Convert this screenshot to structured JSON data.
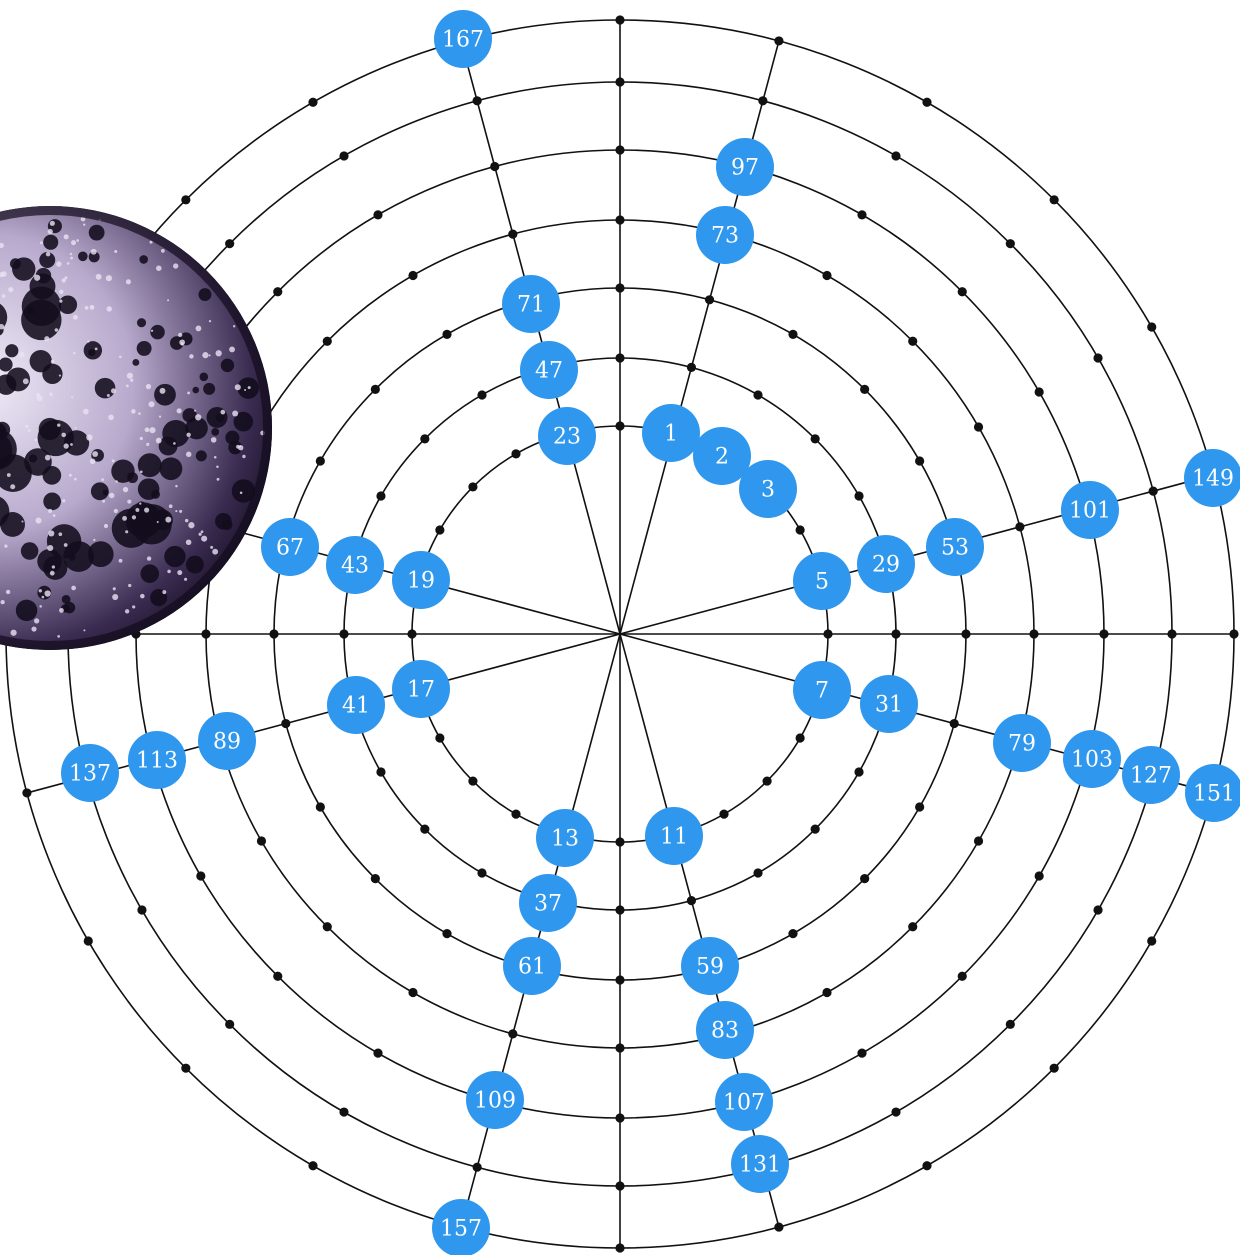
{
  "figure": {
    "colors": {
      "node_fill": "#2f98ee",
      "node_text": "#ffffff",
      "line": "#111111",
      "background": "#ffffff",
      "sphere_dark": "#120c1c",
      "sphere_light": "#e8e2f2"
    },
    "sphere_label": "fractal-sphere-image",
    "nodes": [
      {
        "label": "1"
      },
      {
        "label": "2"
      },
      {
        "label": "3"
      },
      {
        "label": "5"
      },
      {
        "label": "7"
      },
      {
        "label": "11"
      },
      {
        "label": "13"
      },
      {
        "label": "17"
      },
      {
        "label": "19"
      },
      {
        "label": "23"
      },
      {
        "label": "29"
      },
      {
        "label": "31"
      },
      {
        "label": "37"
      },
      {
        "label": "41"
      },
      {
        "label": "43"
      },
      {
        "label": "47"
      },
      {
        "label": "53"
      },
      {
        "label": "59"
      },
      {
        "label": "61"
      },
      {
        "label": "67"
      },
      {
        "label": "71"
      },
      {
        "label": "73"
      },
      {
        "label": "79"
      },
      {
        "label": "83"
      },
      {
        "label": "89"
      },
      {
        "label": "97"
      },
      {
        "label": "101"
      },
      {
        "label": "103"
      },
      {
        "label": "107"
      },
      {
        "label": "109"
      },
      {
        "label": "113"
      },
      {
        "label": "127"
      },
      {
        "label": "131"
      },
      {
        "label": "137"
      },
      {
        "label": "149"
      },
      {
        "label": "151"
      },
      {
        "label": "157"
      },
      {
        "label": "167"
      }
    ]
  }
}
